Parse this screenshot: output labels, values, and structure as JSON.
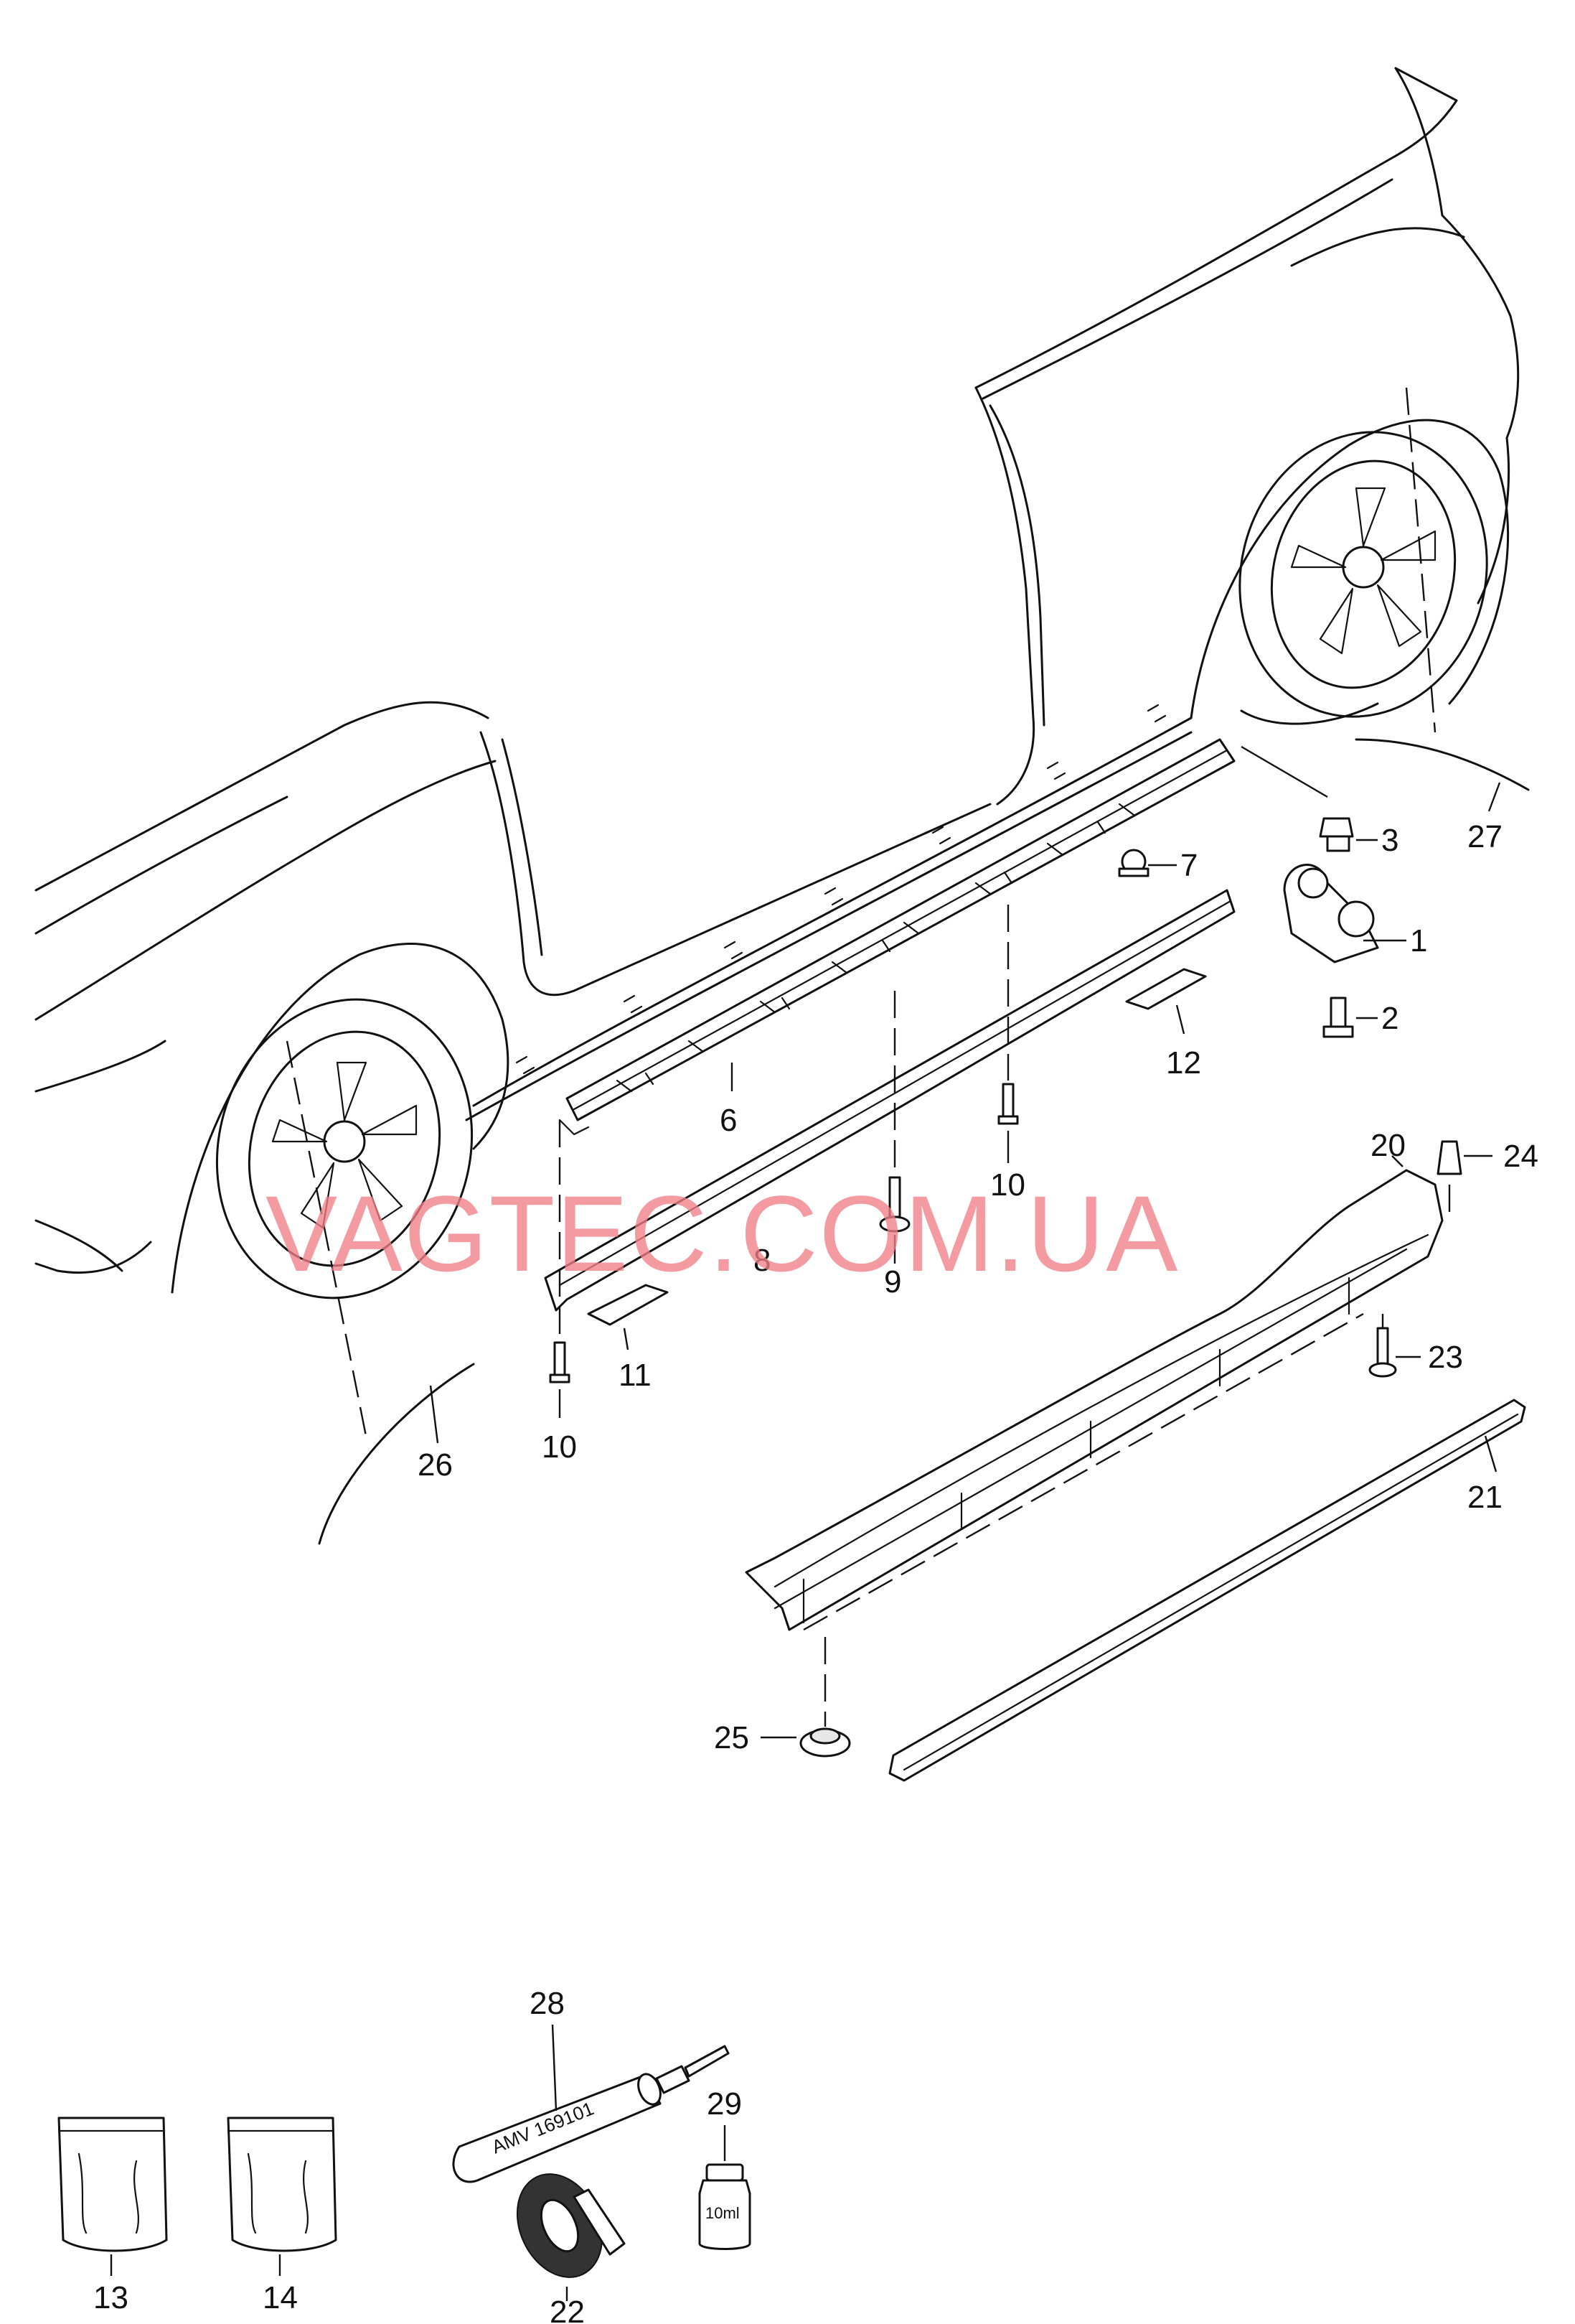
{
  "watermark": "VAGTEC.COM.UA",
  "tube_label": "AMV 169101",
  "bottle_label": "10ml",
  "callouts": {
    "c1": "1",
    "c2": "2",
    "c3": "3",
    "c6": "6",
    "c7": "7",
    "c8": "8",
    "c9": "9",
    "c10a": "10",
    "c10b": "10",
    "c11": "11",
    "c12": "12",
    "c13": "13",
    "c14": "14",
    "c20": "20",
    "c21": "21",
    "c22": "22",
    "c23": "23",
    "c24": "24",
    "c25": "25",
    "c26": "26",
    "c27": "27",
    "c28": "28",
    "c29": "29"
  }
}
